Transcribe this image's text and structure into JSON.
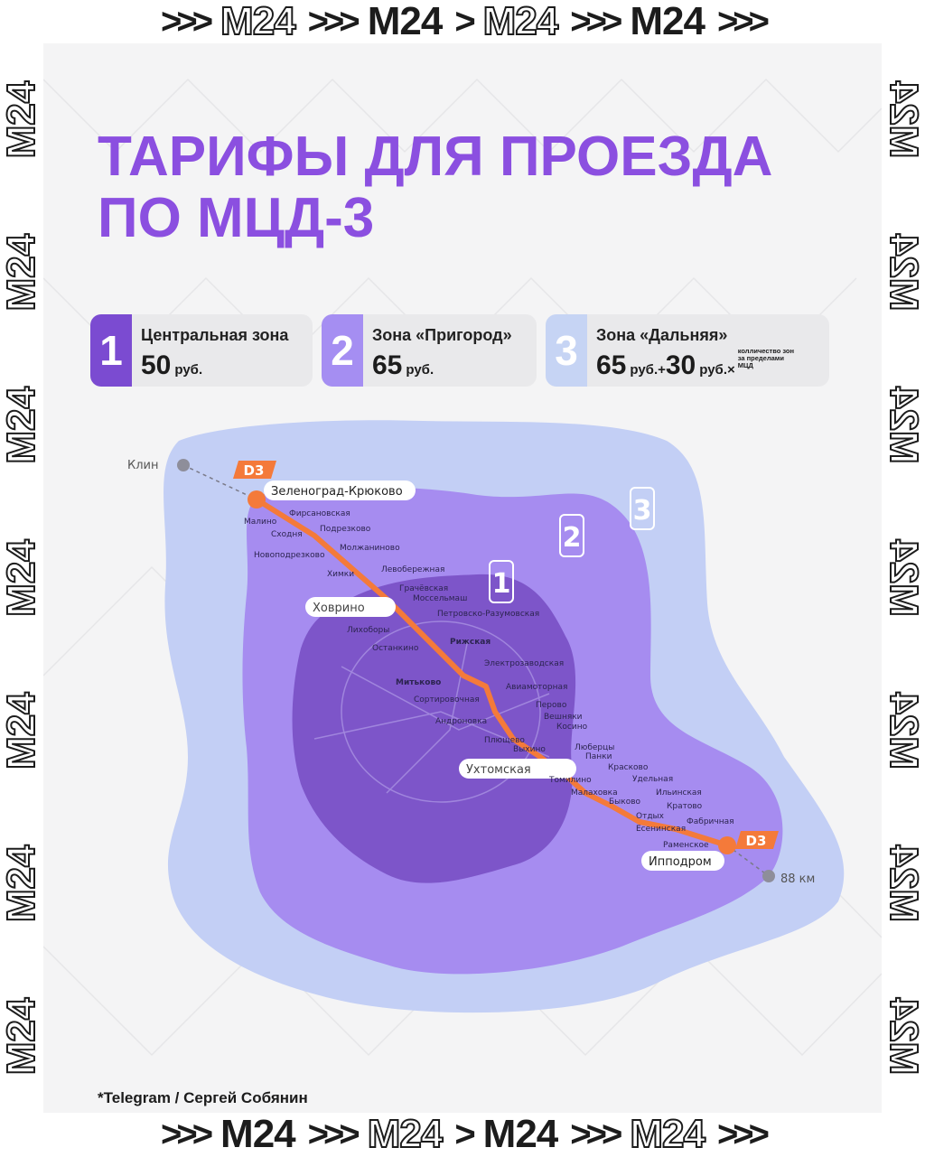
{
  "frame": {
    "top_strip": [
      ">>>",
      "M24",
      ">>>",
      "M24",
      ">",
      "M24",
      ">>>",
      "M24",
      ">>>"
    ],
    "top_styles": [
      "chev",
      "outline",
      "chev",
      "solid",
      "chev",
      "outline",
      "chev",
      "solid",
      "chev"
    ],
    "bottom_strip": [
      ">>>",
      "M24",
      ">>>",
      "M24",
      ">",
      "M24",
      ">>>",
      "M24",
      ">>>"
    ],
    "bottom_styles": [
      "chev",
      "solid",
      "chev",
      "outline",
      "chev",
      "solid",
      "chev",
      "outline",
      "chev"
    ],
    "side_label": "M24"
  },
  "header": {
    "title_line1": "ТАРИФЫ ДЛЯ ПРОЕЗДА",
    "title_line2": "ПО МЦД-3",
    "title_color": "#8b4fe0"
  },
  "zones": [
    {
      "number": "1",
      "name": "Центральная зона",
      "price": "50",
      "unit": "руб.",
      "color": "#7b4bd1"
    },
    {
      "number": "2",
      "name": "Зона «Пригород»",
      "price": "65",
      "unit": "руб.",
      "color": "#a58ef2"
    },
    {
      "number": "3",
      "name": "Зона «Дальняя»",
      "price": "65",
      "unit": "руб.+",
      "extra_price": "30",
      "extra_unit": "руб.×",
      "note": "колличество зон за пределами МЦД",
      "color": "#c6d4f4"
    }
  ],
  "map": {
    "line_badge": "D3",
    "line_color": "#f47a3a",
    "zone_labels": [
      "1",
      "2",
      "3"
    ],
    "termini": {
      "north": "Зеленоград-Крюково",
      "south": "Ипподром",
      "north_ext": "Клин",
      "south_ext": "88 км"
    },
    "transfer_labels": [
      "Ховрино",
      "Ухтомская"
    ],
    "stations": [
      "Малино",
      "Фирсановская",
      "Сходня",
      "Подрезково",
      "Новоподрезково",
      "Молжаниново",
      "Химки",
      "Левобережная",
      "Грачёвская",
      "Моссельмаш",
      "Петровско-Разумовская",
      "Лихоборы",
      "Рижская",
      "Останкино",
      "Электрозаводская",
      "Митьково",
      "Авиамоторная",
      "Сортировочная",
      "Перово",
      "Вешняки",
      "Андроновка",
      "Косино",
      "Плющево",
      "Выхино",
      "Люберцы",
      "Панки",
      "Красково",
      "Томилино",
      "Удельная",
      "Малаховка",
      "Ильинская",
      "Быково",
      "Кратово",
      "Отдых",
      "Фабричная",
      "Есенинская",
      "Раменское"
    ],
    "zone_colors": {
      "zone1": "#7d55c9",
      "zone2": "#a68cf0",
      "zone3": "#c3cff5"
    }
  },
  "footer": {
    "source": "*Telegram / Сергей Собянин"
  }
}
